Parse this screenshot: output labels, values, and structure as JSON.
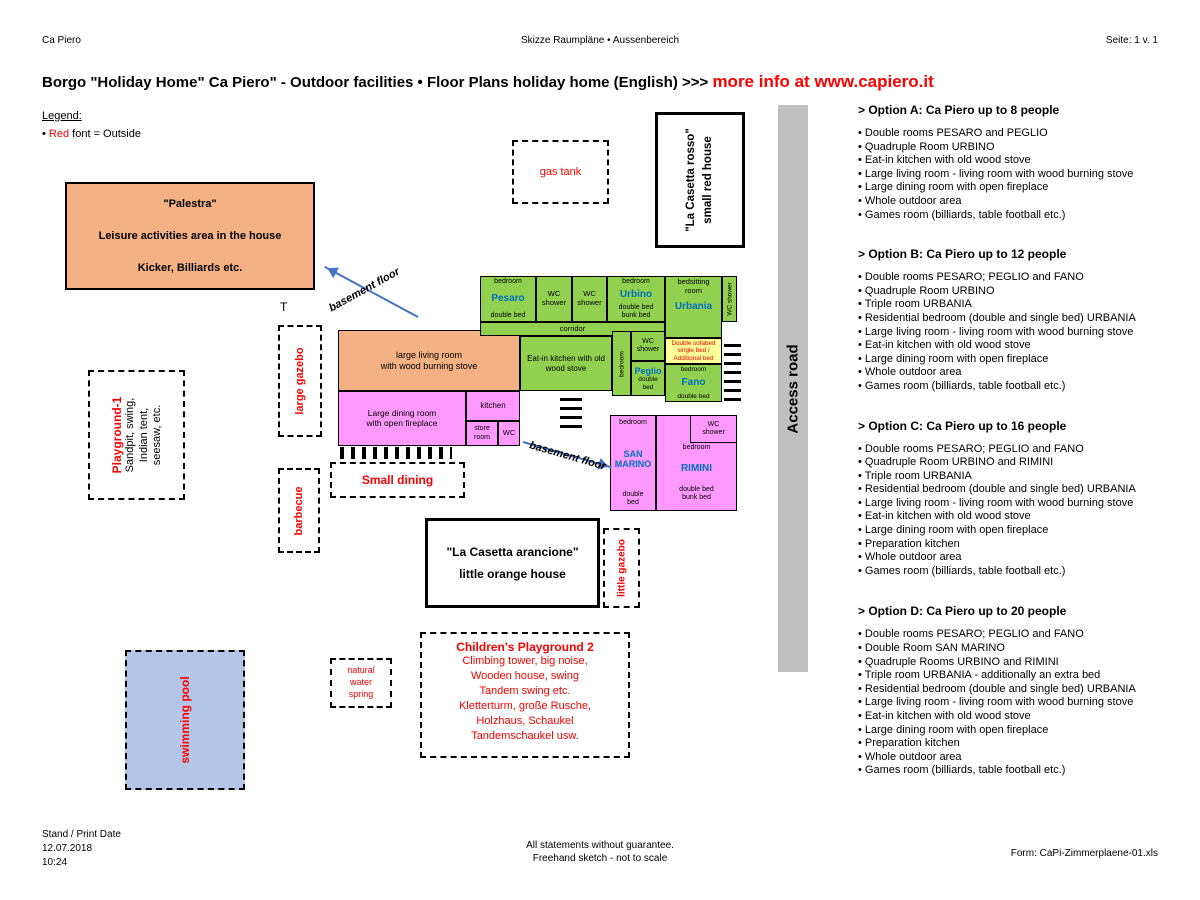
{
  "header": {
    "doc_left": "Ca Piero",
    "doc_center": "Skizze Raumpläne • Aussenbereich",
    "doc_right": "Seite: 1 v. 1"
  },
  "title": {
    "main": "Borgo \"Holiday Home\" Ca Piero\" - Outdoor facilities • Floor Plans holiday home (English) >>> ",
    "link": "more info at www.capiero.it"
  },
  "legend": {
    "heading": "Legend:",
    "pre": "• ",
    "red_word": "Red",
    "rest": " font = Outside"
  },
  "palestra": {
    "title": "\"Palestra\"",
    "subtitle": "Leisure activities area in the house",
    "detail": "Kicker, Billiards etc."
  },
  "outdoor": {
    "gas_tank": "gas tank",
    "casetta_rossa_line1": "\"La Casetta rosso\"",
    "casetta_rossa_line2": "small red house",
    "access_road": "Access road",
    "large_gazebo": "large gazebo",
    "barbecue": "barbecue",
    "small_dining": "Small dining",
    "playground1_title": "Playground-1",
    "playground1_desc": "Sandpit, swing,\nIndian tent,\nseesaw, etc.",
    "casetta_arancione_line1": "\"La Casetta arancione\"",
    "casetta_arancione_line2": "little orange house",
    "little_gazebo": "little gazebo",
    "swimming_pool": "swimming pool",
    "water_spring": "natural\nwater\nspring",
    "playground2_title": "Children's Playground 2",
    "playground2_desc": "Climbing tower, big noise,\nWooden house, swing\nTandem swing etc.\nKletterturm, große Rusche,\nHolzhaus, Schaukel\nTandemschaukel usw.",
    "basement_floor": "basement floor",
    "t_label": "T"
  },
  "rooms": {
    "pesaro": {
      "type": "bedroom",
      "name": "Pesaro",
      "bed": "double bed"
    },
    "wc_top_1": "WC\nshower",
    "wc_top_2": "WC\nshower",
    "urbino": {
      "type": "bedroom",
      "name": "Urbino",
      "bed": "double bed\nbunk bed"
    },
    "urbania": {
      "type": "bedsitting\nroom",
      "name": "Urbania"
    },
    "wc_right": "WC shower",
    "corridor": "corridor",
    "living_room": "large living room\nwith wood burning stove",
    "eatin_kitchen": "Eat-in kitchen with old\nwood stove",
    "bedroom_strip": "bedroom",
    "wc_mid": "WC\nshower",
    "peglio": {
      "name": "Peglio",
      "bed": "double bed"
    },
    "sofabed": "Double sofabed\nsingle bed /\nAdditional bed",
    "fano": {
      "type": "bedroom",
      "name": "Fano",
      "bed": "double bed"
    },
    "dining_room": "Large dining room\nwith open fireplace",
    "kitchen": "kitchen",
    "store_room": "store\nroom",
    "wc_small": "WC",
    "san_marino": {
      "type": "bedroom",
      "name": "SAN\nMARINO",
      "bed": "double\nbed"
    },
    "rimini": {
      "type": "bedroom",
      "name": "RIMINI",
      "bed": "double bed\nbunk bed"
    },
    "rimini_wc": "WC\nshower"
  },
  "options": [
    {
      "title": "> Option A: Ca Piero up to 8 people",
      "items": [
        "• Double rooms PESARO and PEGLIO",
        "• Quadruple Room URBINO",
        "• Eat-in kitchen with old wood stove",
        "• Large living room - living room with wood burning stove",
        "• Large dining room with open fireplace",
        "• Whole outdoor area",
        "• Games room (billiards, table football etc.)"
      ]
    },
    {
      "title": "> Option B: Ca Piero up to 12 people",
      "items": [
        "• Double rooms PESARO; PEGLIO and FANO",
        "• Quadruple Room URBINO",
        "• Triple room URBANIA",
        "• Residential bedroom (double and single bed) URBANIA",
        "• Large living room - living room with wood burning stove",
        "• Eat-in kitchen with old wood stove",
        "• Large dining room with open fireplace",
        "• Whole outdoor area",
        "• Games room (billiards, table football etc.)"
      ]
    },
    {
      "title": "> Option C: Ca Piero up to 16 people",
      "items": [
        "• Double rooms PESARO; PEGLIO and FANO",
        "• Quadruple Room URBINO and RIMINI",
        "• Triple room URBANIA",
        "• Residential bedroom (double and single bed) URBANIA",
        "• Large living room - living room with wood burning stove",
        "• Eat-in kitchen with old wood stove",
        "• Large dining room with open fireplace",
        "• Preparation kitchen",
        "• Whole outdoor area",
        "• Games room (billiards, table football etc.)"
      ]
    },
    {
      "title": "> Option D: Ca Piero up to 20 people",
      "items": [
        "• Double rooms PESARO; PEGLIO and FANO",
        "• Double Room SAN MARINO",
        "• Quadruple Rooms URBINO and RIMINI",
        "• Triple room URBANIA - additionally an extra bed",
        "• Residential bedroom (double and single bed) URBANIA",
        "• Large living room - living room with wood burning stove",
        "• Eat-in kitchen with old wood stove",
        "• Large dining room with open fireplace",
        "• Preparation kitchen",
        "• Whole outdoor area",
        "• Games room (billiards, table football etc.)"
      ]
    }
  ],
  "footer": {
    "left_line1": "Stand / Print Date",
    "left_line2": "12.07.2018",
    "left_line3": "10:24",
    "center_line1": "All statements without guarantee.",
    "center_line2": "Freehand sketch - not to scale",
    "right": "Form: CaPi-Zimmerplaene-01.xls"
  },
  "colors": {
    "orange": "#F4B183",
    "green": "#92D050",
    "pink": "#FF99FF",
    "yellow": "#FFFF99",
    "pool_blue": "#B4C6E7",
    "road_gray": "#C0C0C0",
    "room_name_blue": "#0070C0",
    "outside_red": "#FF0000",
    "arrow_blue": "#4472C4"
  }
}
